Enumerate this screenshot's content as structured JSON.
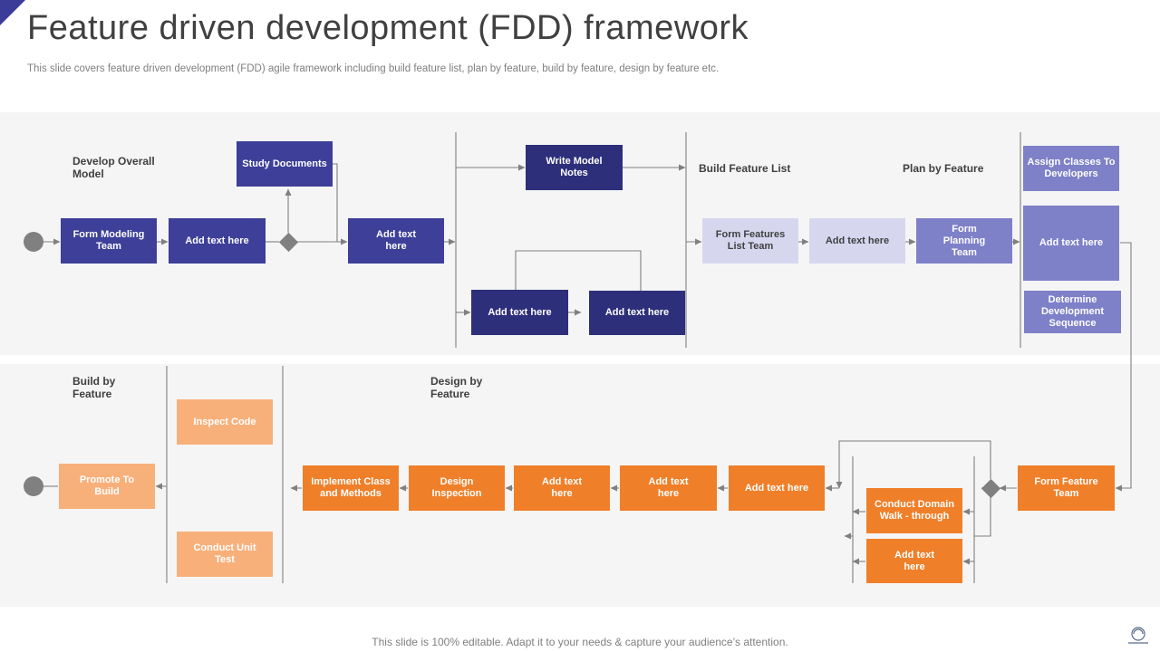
{
  "title": "Feature driven development (FDD) framework",
  "subtitle": "This slide covers feature driven development (FDD) agile framework including build feature list, plan by feature, build by feature, design by feature etc.",
  "footer": "This slide is 100% editable. Adapt it to your needs & capture your audience’s attention.",
  "section_labels": {
    "develop_overall_model": "Develop Overall Model",
    "build_feature_list": "Build Feature List",
    "plan_by_feature": "Plan by Feature",
    "build_by_feature": "Build by Feature",
    "design_by_feature": "Design by Feature"
  },
  "boxes": {
    "form_modeling_team": "Form Modeling Team",
    "add_text_1": "Add text here",
    "study_documents": "Study Documents",
    "add_text_2": "Add text here",
    "write_model_notes": "Write Model Notes",
    "add_text_3": "Add text here",
    "add_text_4": "Add text here",
    "form_features_list_team": "Form Features List Team",
    "add_text_5": "Add text here",
    "form_planning_team": "Form Planning Team",
    "assign_classes": "Assign Classes To Developers",
    "add_text_6": "Add text here",
    "determine_sequence": "Determine Development Sequence",
    "form_feature_team": "Form Feature Team",
    "conduct_domain_walk": "Conduct Domain Walk - through",
    "add_text_7": "Add text here",
    "add_text_8": "Add text here",
    "add_text_9": "Add text here",
    "add_text_10": "Add text here",
    "design_inspection": "Design Inspection",
    "implement_class": "Implement Class and Methods",
    "inspect_code": "Inspect Code",
    "conduct_unit_test": "Conduct Unit Test",
    "promote_to_build": "Promote To Build"
  },
  "colors": {
    "navy": "#3d3f98",
    "dark_navy": "#2e2f7a",
    "lavender": "#d6d7ef",
    "periwinkle": "#7e80c8",
    "orange": "#f07f29",
    "light_orange": "#f8b07b",
    "connector": "#808080"
  }
}
